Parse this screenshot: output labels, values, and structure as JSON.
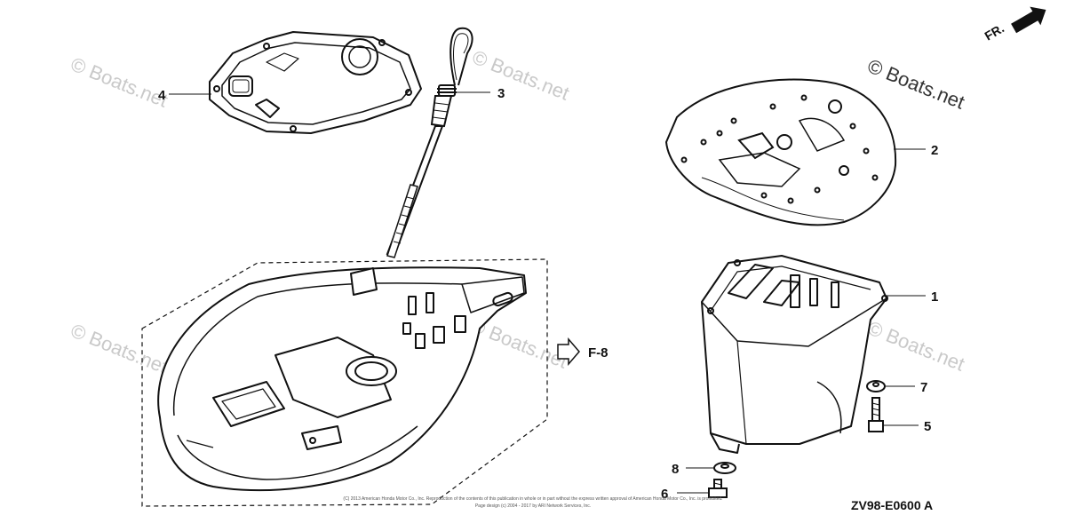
{
  "callouts": {
    "c1": "1",
    "c2": "2",
    "c3": "3",
    "c4": "4",
    "c5": "5",
    "c6": "6",
    "c7": "7",
    "c8": "8"
  },
  "watermark": "© Boats.net",
  "reference": "F-8",
  "direction": "FR.",
  "diagram_code": "ZV98-E0600 A",
  "copyright": {
    "line1": "(C) 2013 American Honda Motor Co., Inc. Reproduction of the contents of this publication in whole or in part without the express written approval of American Honda Motor Co., Inc. is prohibited.",
    "line2": "Page design (c) 2004 - 2017 by ARI Network Services, Inc."
  },
  "colors": {
    "line": "#111111",
    "watermark": "#c9c9c9"
  }
}
